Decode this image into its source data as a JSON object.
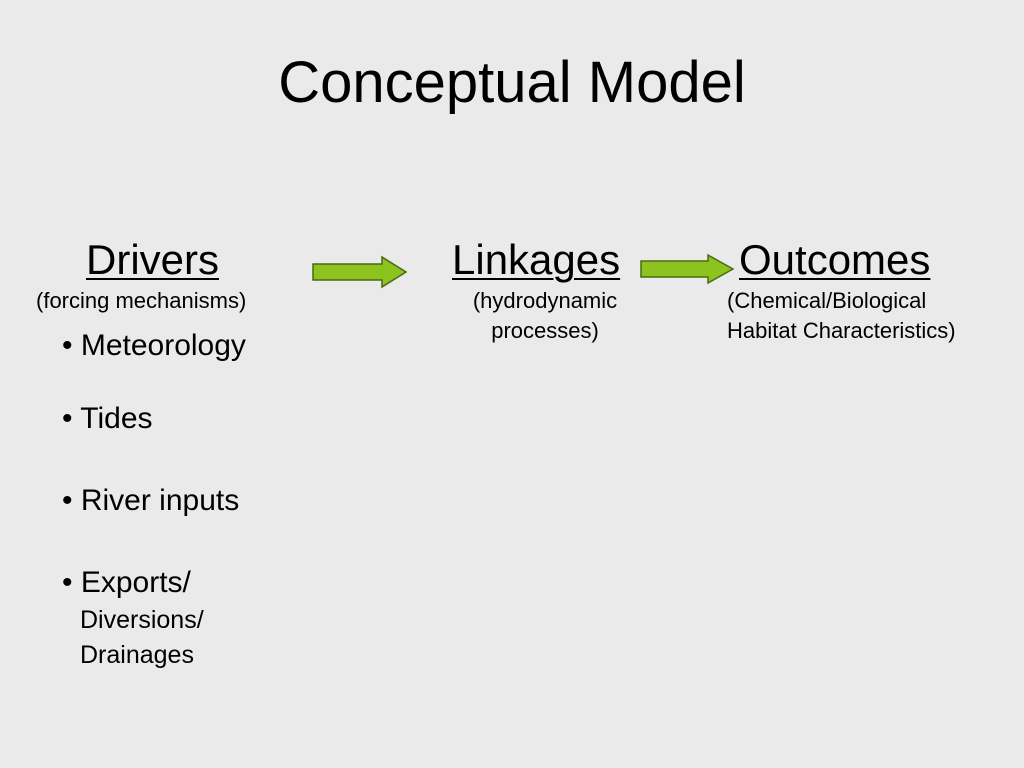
{
  "title": "Conceptual Model",
  "columns": {
    "drivers": {
      "heading": "Drivers",
      "subtitle": "(forcing mechanisms)"
    },
    "linkages": {
      "heading": "Linkages",
      "subtitle_line1": "(hydrodynamic",
      "subtitle_line2": "processes)"
    },
    "outcomes": {
      "heading": "Outcomes",
      "subtitle_line1": "(Chemical/Biological",
      "subtitle_line2": "Habitat Characteristics)"
    }
  },
  "driver_items": {
    "meteorology": "• Meteorology",
    "tides": "• Tides",
    "river_inputs": "• River inputs",
    "exports": "• Exports/",
    "diversions": "Diversions/",
    "drainages": "Drainages"
  },
  "colors": {
    "background": "#eaeaea",
    "arrow_fill": "#8dc21f",
    "arrow_outline": "#4a6b12"
  },
  "icons": {
    "arrow_1": "right-arrow-icon",
    "arrow_2": "right-arrow-icon"
  }
}
